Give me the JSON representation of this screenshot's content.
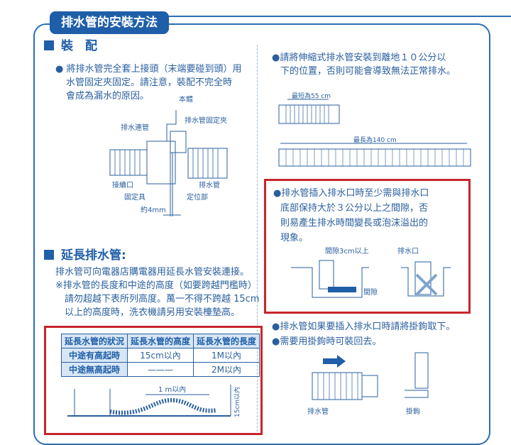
{
  "title": "排水管的安裝方法",
  "sec_install": {
    "heading": "裝　配",
    "text": [
      "● 將排水管完全套上接頭（末端要碰到頭）用",
      "水管固定夾固定。請注意，裝配不完全時",
      "會成為漏水的原因。"
    ],
    "labels": {
      "body": "本體",
      "hose": "排水連管",
      "clamp": "排水管固定夾",
      "outlet": "接續口",
      "fixture": "固定具",
      "drain": "排水管",
      "stop": "定位部",
      "approx": "約4mm"
    }
  },
  "right_top": {
    "text": [
      "●請將伸縮式排水管安裝到離地１０公分以",
      "下的位置，否則可能會導致無法正常排水。"
    ],
    "min_label": "最短為55 cm",
    "max_label": "最長為140 cm"
  },
  "insert_note": {
    "text": [
      "●排水管插入排水口時至少需與排水口",
      "底部保持大於３公分以上之間隙，否",
      "則易產生排水時間變長或泡沫溢出的",
      "現象。"
    ],
    "gap3": "間隙3cm以上",
    "outlet": "排水口",
    "gap": "間隙"
  },
  "sec_extend": {
    "heading": "延長排水管:",
    "text": [
      "排水管可向電器店購電器用延長水管安裝連接。",
      "※排水管的長度和中途的高度（如要跨越門檻時）",
      "　請勿超越下表所列高度。萬一不得不跨越 15cm",
      "　以上的高度時，洗衣機請另用安裝檯墊高。"
    ],
    "table": {
      "headers": [
        "延長水管的狀況",
        "延長水管的高度",
        "延長水管的長度"
      ],
      "rows": [
        [
          "中途有高起時",
          "15cm以內",
          "1M以內"
        ],
        [
          "中途無高起時",
          "———",
          "2M以內"
        ]
      ]
    },
    "diagram": {
      "len": "1 m以內",
      "height": "15cm以內"
    }
  },
  "hook_note": {
    "text": [
      "●排水管如果要插入排水口時請將掛鉤取下。",
      "●需要用掛鉤時可裝回去。"
    ],
    "drain": "排水管",
    "hook": "掛鉤"
  }
}
